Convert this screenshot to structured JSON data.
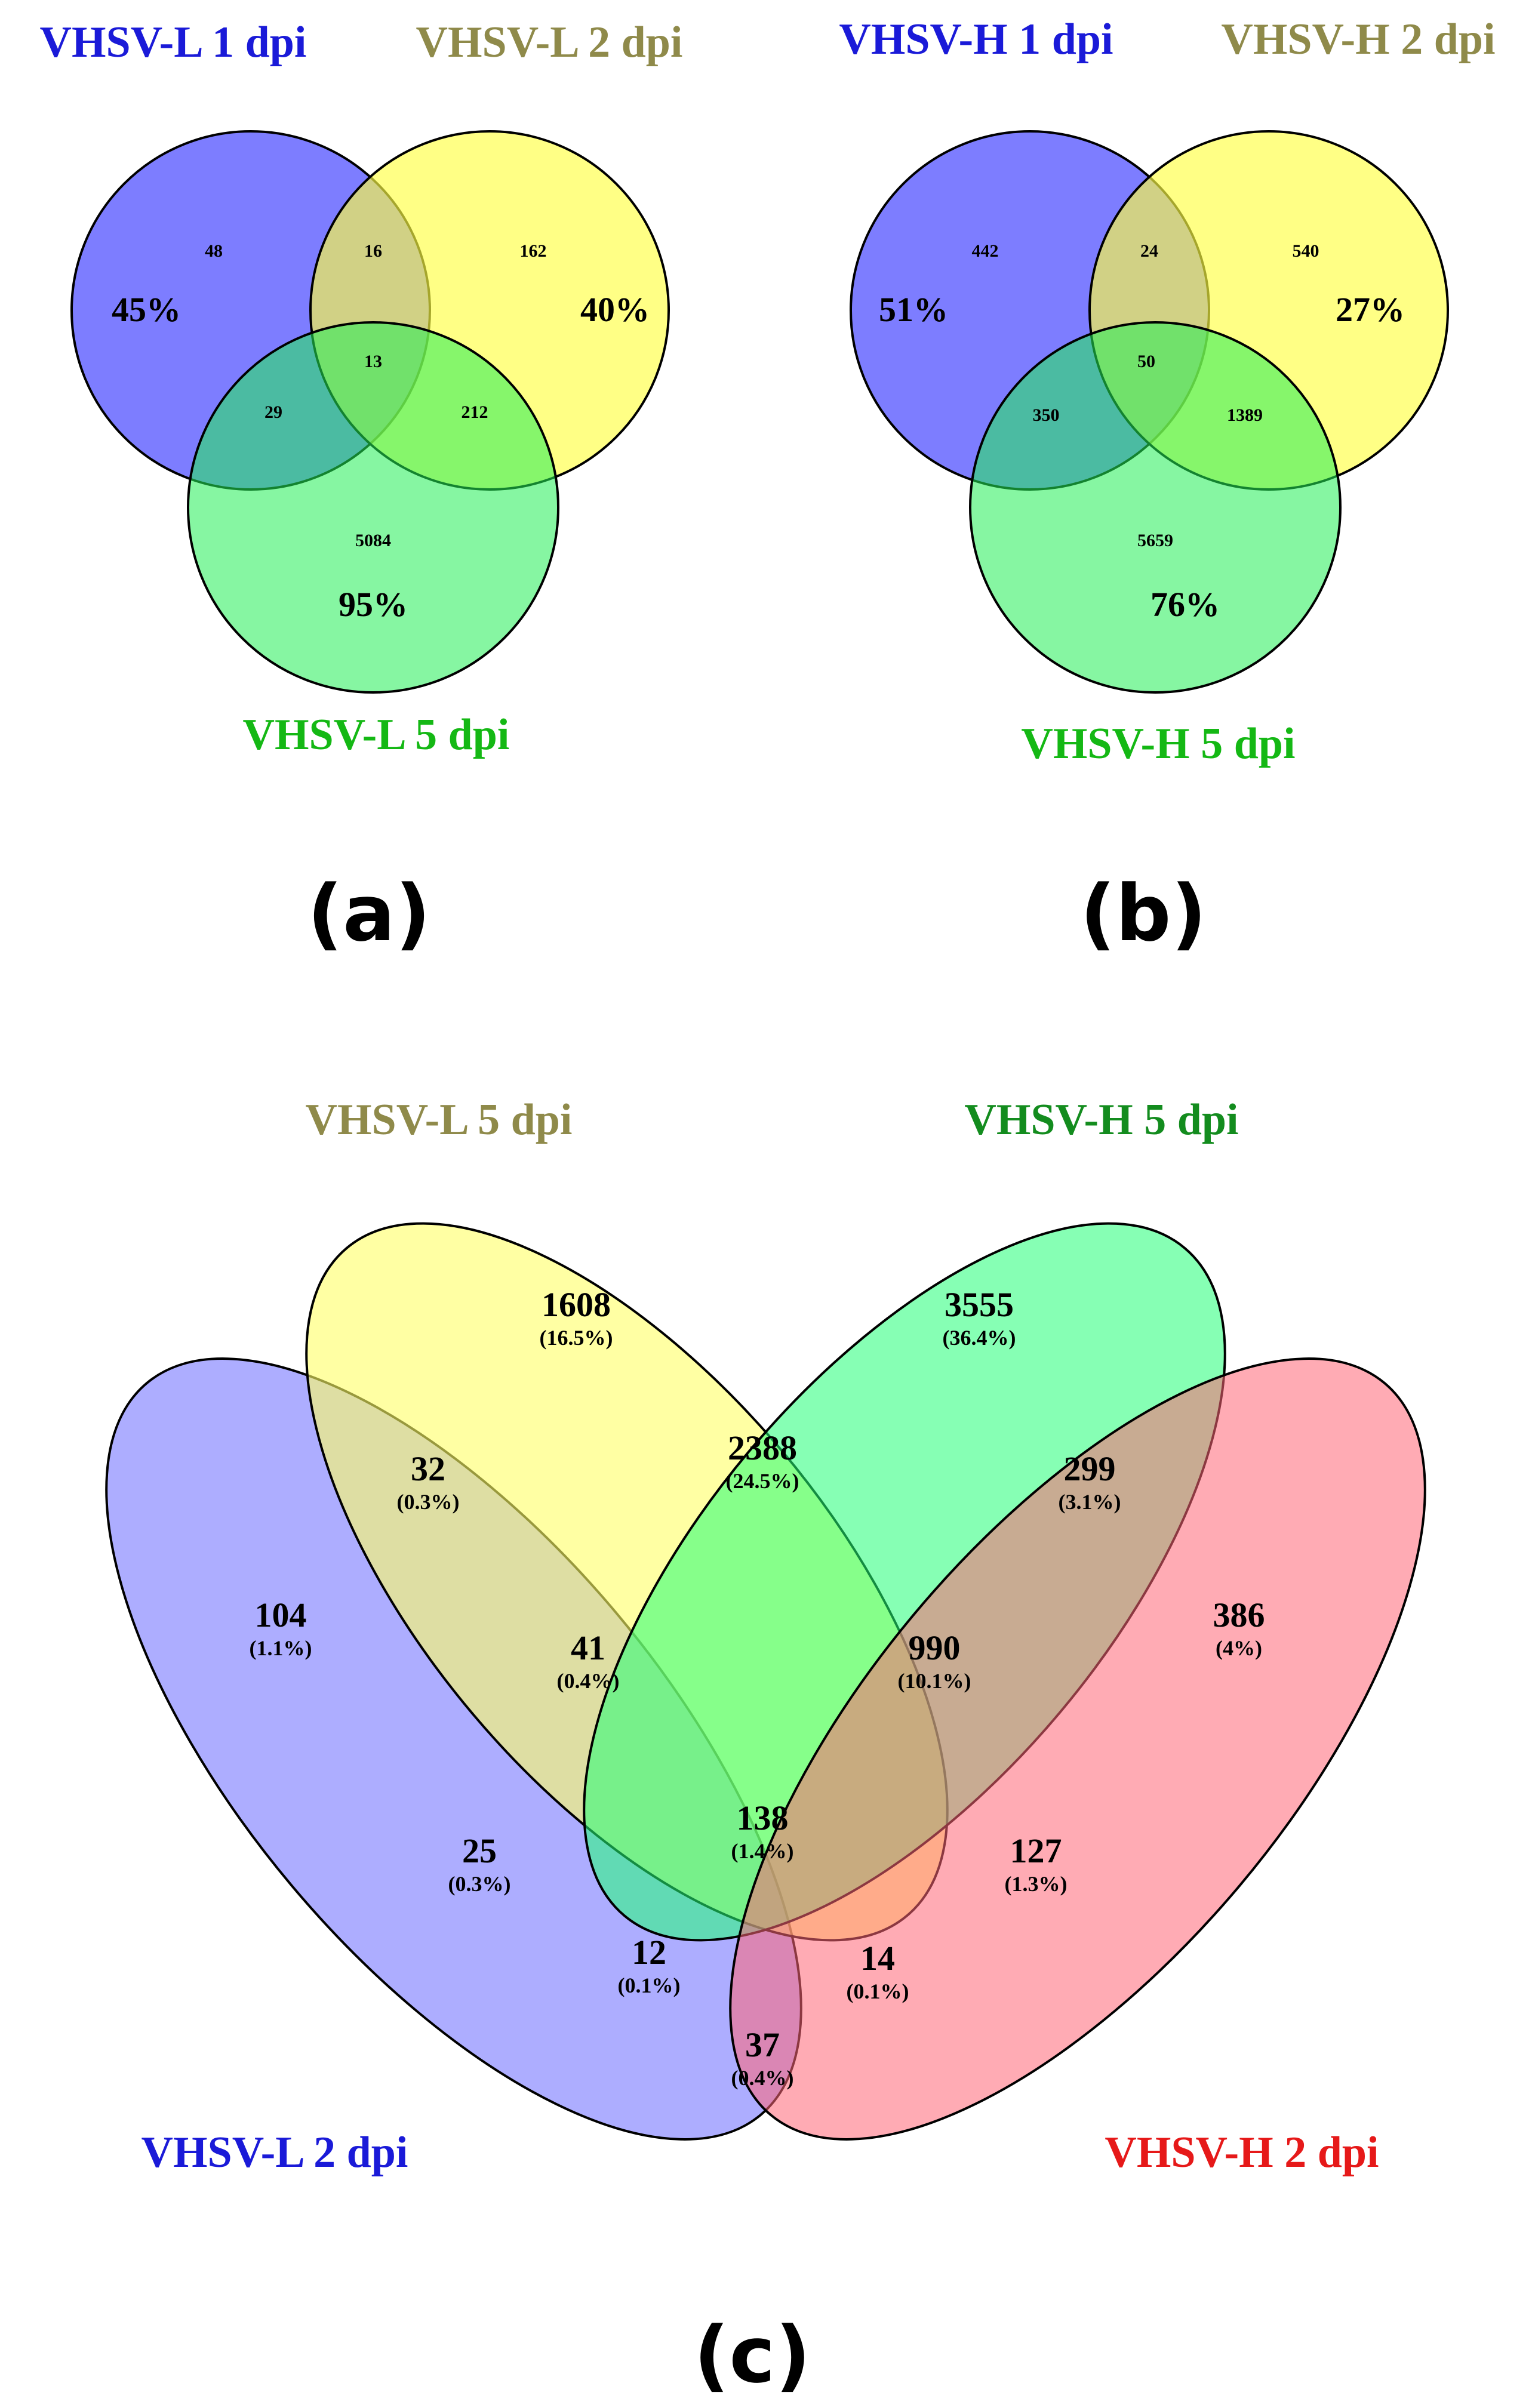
{
  "panel_a": {
    "panel_label": "(a)",
    "sets": [
      {
        "label": "VHSV-L 1 dpi",
        "color": "#1a1ad8",
        "fill": "#6666ff"
      },
      {
        "label": "VHSV-L 2 dpi",
        "color": "#8f8a4a",
        "fill": "#ffff66"
      },
      {
        "label": "VHSV-L 5 dpi",
        "color": "#14b814",
        "fill": "#33ff66"
      }
    ],
    "regions": {
      "only_1": "48",
      "only_2": "162",
      "only_5": "5084",
      "1_2": "16",
      "1_5": "29",
      "2_5": "212",
      "all": "13"
    },
    "percents": {
      "set_1": "45%",
      "set_2": "40%",
      "set_5": "95%"
    }
  },
  "panel_b": {
    "panel_label": "(b)",
    "sets": [
      {
        "label": "VHSV-H 1 dpi",
        "color": "#1a1ad8",
        "fill": "#6666ff"
      },
      {
        "label": "VHSV-H 2 dpi",
        "color": "#8f8a4a",
        "fill": "#ffff66"
      },
      {
        "label": "VHSV-H 5 dpi",
        "color": "#14b814",
        "fill": "#33ff66"
      }
    ],
    "regions": {
      "only_1": "442",
      "only_2": "540",
      "only_5": "5659",
      "1_2": "24",
      "1_5": "350",
      "2_5": "1389",
      "all": "50"
    },
    "percents": {
      "set_1": "51%",
      "set_2": "27%",
      "set_5": "76%"
    }
  },
  "panel_c": {
    "panel_label": "(c)",
    "sets": [
      {
        "label": "VHSV-L 2 dpi",
        "color": "#1a1ad8",
        "fill": "#8c8cff"
      },
      {
        "label": "VHSV-L 5 dpi",
        "color": "#8f8a4a",
        "fill": "#ffff8c"
      },
      {
        "label": "VHSV-H 5 dpi",
        "color": "#138c1e",
        "fill": "#33ff88"
      },
      {
        "label": "VHSV-H 2 dpi",
        "color": "#e61919",
        "fill": "#ff8c95"
      }
    ],
    "regions": [
      {
        "key": "L2",
        "count": "104",
        "pct": "(1.1%)"
      },
      {
        "key": "L5",
        "count": "1608",
        "pct": "(16.5%)"
      },
      {
        "key": "H5",
        "count": "3555",
        "pct": "(36.4%)"
      },
      {
        "key": "H2",
        "count": "386",
        "pct": "(4%)"
      },
      {
        "key": "L2_L5",
        "count": "32",
        "pct": "(0.3%)"
      },
      {
        "key": "L5_H5",
        "count": "2388",
        "pct": "(24.5%)"
      },
      {
        "key": "H5_H2",
        "count": "299",
        "pct": "(3.1%)"
      },
      {
        "key": "L2_L5_H5",
        "count": "41",
        "pct": "(0.4%)"
      },
      {
        "key": "L5_H5_H2",
        "count": "990",
        "pct": "(10.1%)"
      },
      {
        "key": "all",
        "count": "138",
        "pct": "(1.4%)"
      },
      {
        "key": "L2_H5",
        "count": "25",
        "pct": "(0.3%)"
      },
      {
        "key": "L5_H2",
        "count": "127",
        "pct": "(1.3%)"
      },
      {
        "key": "L2_H5_H2",
        "count": "12",
        "pct": "(0.1%)"
      },
      {
        "key": "L2_L5_H2",
        "count": "14",
        "pct": "(0.1%)"
      },
      {
        "key": "L2_H2",
        "count": "37",
        "pct": "(0.4%)"
      }
    ]
  }
}
